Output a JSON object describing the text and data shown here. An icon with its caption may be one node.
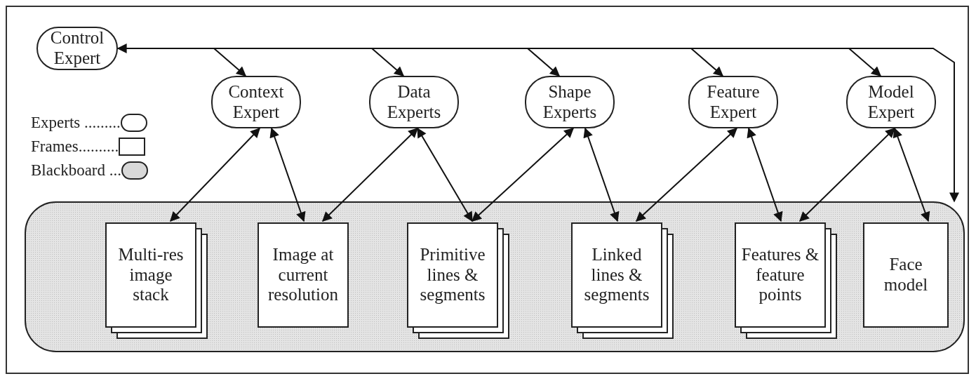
{
  "diagram": {
    "nodes": [
      {
        "text": [
          "Control Expert"
        ]
      },
      {
        "text": [
          "Context Expert"
        ]
      },
      {
        "text": [
          "Data Experts"
        ]
      },
      {
        "text": [
          "Shape Experts"
        ]
      },
      {
        "text": [
          "Feature Expert"
        ]
      },
      {
        "text": [
          "Model Expert"
        ]
      },
      {
        "text": [],
        "shape": "box"
      },
      {
        "text": [
          "Multi-res image stack"
        ],
        "in": 6
      },
      {
        "text": [
          "Image at current resolution"
        ],
        "in": 6
      },
      {
        "text": [
          "Primitive lines & segments"
        ],
        "in": 6
      },
      {
        "text": [
          "Linked lines & segments"
        ],
        "in": 6
      },
      {
        "text": [
          "Features & feature points"
        ],
        "in": 6
      },
      {
        "text": [
          "Face model"
        ],
        "in": 6
      }
    ],
    "edges": [
      {
        "from": 6,
        "to": 0,
        "arrow": "both"
      },
      {
        "from": 0,
        "to": 1,
        "arrow": "to"
      },
      {
        "from": 0,
        "to": 2,
        "arrow": "to"
      },
      {
        "from": 0,
        "to": 3,
        "arrow": "to"
      },
      {
        "from": 0,
        "to": 4,
        "arrow": "to"
      },
      {
        "from": 0,
        "to": 5,
        "arrow": "to"
      },
      {
        "from": 1,
        "to": 7,
        "arrow": "both"
      },
      {
        "from": 1,
        "to": 8,
        "arrow": "both"
      },
      {
        "from": 2,
        "to": 8,
        "arrow": "both"
      },
      {
        "from": 2,
        "to": 9,
        "arrow": "both"
      },
      {
        "from": 3,
        "to": 9,
        "arrow": "both"
      },
      {
        "from": 3,
        "to": 10,
        "arrow": "both"
      },
      {
        "from": 4,
        "to": 10,
        "arrow": "both"
      },
      {
        "from": 4,
        "to": 11,
        "arrow": "both"
      },
      {
        "from": 5,
        "to": 11,
        "arrow": "both"
      },
      {
        "from": 5,
        "to": 12,
        "arrow": "both"
      }
    ],
    "legend": [
      {
        "text": "Experts ........."
      },
      {
        "text": "Frames.........."
      },
      {
        "text": "Blackboard ..."
      }
    ]
  }
}
